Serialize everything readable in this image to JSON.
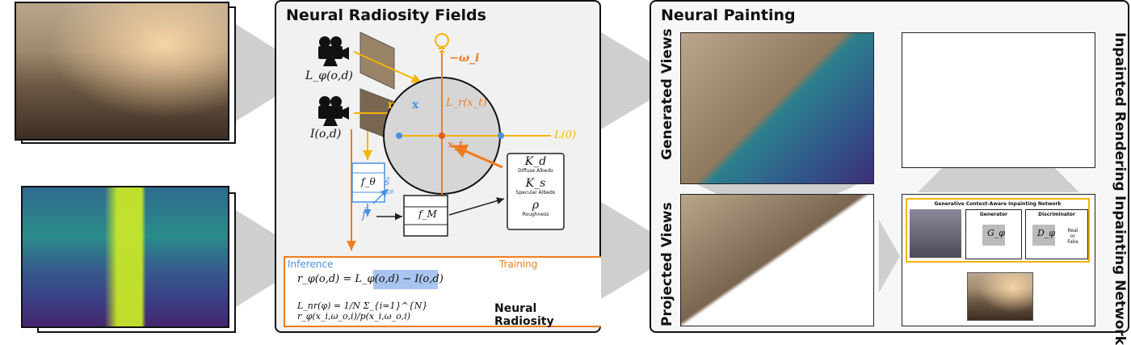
{
  "nrf": {
    "title": "Neural Radiosity Fields",
    "eq_L_phi": "L_φ(o,d)",
    "eq_I": "I(o,d)",
    "label_r": "r",
    "label_x": "x",
    "label_Lr": "L_r(x_t)",
    "label_xt": "x_t",
    "label_omega": "−ω_i",
    "label_L0": "L(0)",
    "f_theta": "f_θ",
    "s_hat": "ŝ",
    "sdf": "SDF",
    "f_hat": "f̂",
    "f_M": "f_M",
    "materials": [
      {
        "symbol": "K_d",
        "name": "Diffuse Albedo"
      },
      {
        "symbol": "K_s",
        "name": "Specular Albedo"
      },
      {
        "symbol": "ρ",
        "name": "Roughness"
      }
    ],
    "inference": "Inference",
    "training": "Training",
    "eq1": "r_φ(o,d) = L_φ(o,d) − I(o,d)",
    "eq2": "L_nr(φ) = 1/N Σ_{i=1}^{N} r_φ(x_i,ω_o,i)/p(x_i,ω_o,i)",
    "neural_radiosity": "Neural Radiosity"
  },
  "np": {
    "title": "Neural Painting",
    "generated_views": "Generated Views",
    "projected_views": "Projected Views",
    "inpainted_rendering": "Inpainted Rendering",
    "inpainting_network": "Inpainting Network",
    "gcain_title": "Generative Context-Aware Inpainting Network",
    "generator": "Generator",
    "discriminator": "Discriminator",
    "g_phi": "G_φ",
    "d_phi": "D_φ",
    "real": "Real",
    "or": "or",
    "fake": "Fake"
  },
  "colors": {
    "orange": "#f07c1e",
    "yellow": "#f5b400",
    "blue": "#4a90e2",
    "panel_bg": "#f1f1f1",
    "highlight": "#a9c4ee"
  }
}
